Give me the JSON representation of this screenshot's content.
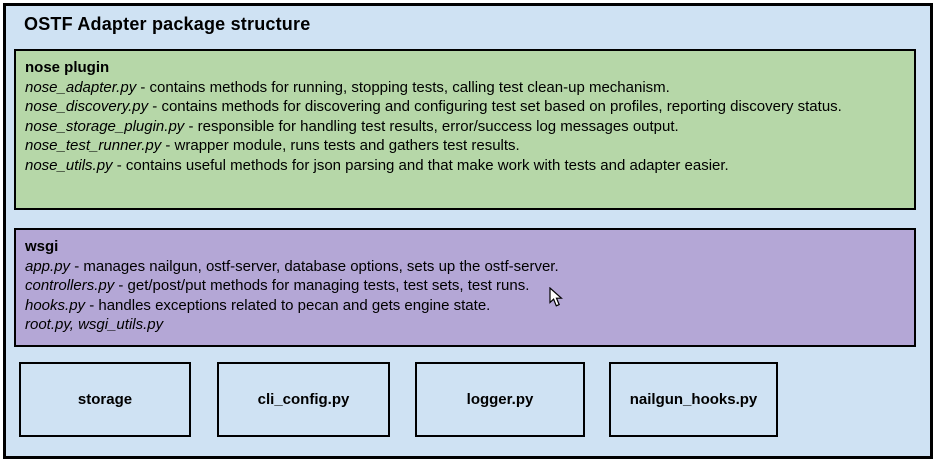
{
  "title": "OSTF Adapter package structure",
  "colors": {
    "background": "#cfe2f3",
    "nose_panel": "#b6d7a8",
    "wsgi_panel": "#b4a7d6",
    "border": "#000000",
    "text": "#000000"
  },
  "panels": {
    "nose": {
      "name": "nose plugin",
      "color": "#b6d7a8",
      "entries": [
        {
          "file": "nose_adapter.py",
          "desc": " - contains methods for running, stopping tests, calling test clean-up mechanism."
        },
        {
          "file": "nose_discovery.py",
          "desc": " - contains methods for discovering and configuring test set based on profiles, reporting discovery status."
        },
        {
          "file": "nose_storage_plugin.py",
          "desc": " - responsible for handling test results, error/success log messages output."
        },
        {
          "file": "nose_test_runner.py",
          "desc": " - wrapper module, runs tests and gathers test results."
        },
        {
          "file": "nose_utils.py",
          "desc": " - contains useful methods for json parsing and  that make work with tests and adapter easier."
        }
      ]
    },
    "wsgi": {
      "name": "wsgi",
      "color": "#b4a7d6",
      "entries": [
        {
          "file": "app.py",
          "desc": " - manages nailgun, ostf-server, database options, sets up the ostf-server."
        },
        {
          "file": "controllers.py",
          "desc": " - get/post/put methods for managing tests, test sets, test runs."
        },
        {
          "file": "hooks.py",
          "desc": " - handles exceptions related to pecan and gets engine state."
        },
        {
          "file": "root.py, wsgi_utils.py",
          "desc": ""
        }
      ]
    }
  },
  "modules": [
    {
      "label": "storage"
    },
    {
      "label": "cli_config.py"
    },
    {
      "label": "logger.py"
    },
    {
      "label": "nailgun_hooks.py"
    }
  ]
}
